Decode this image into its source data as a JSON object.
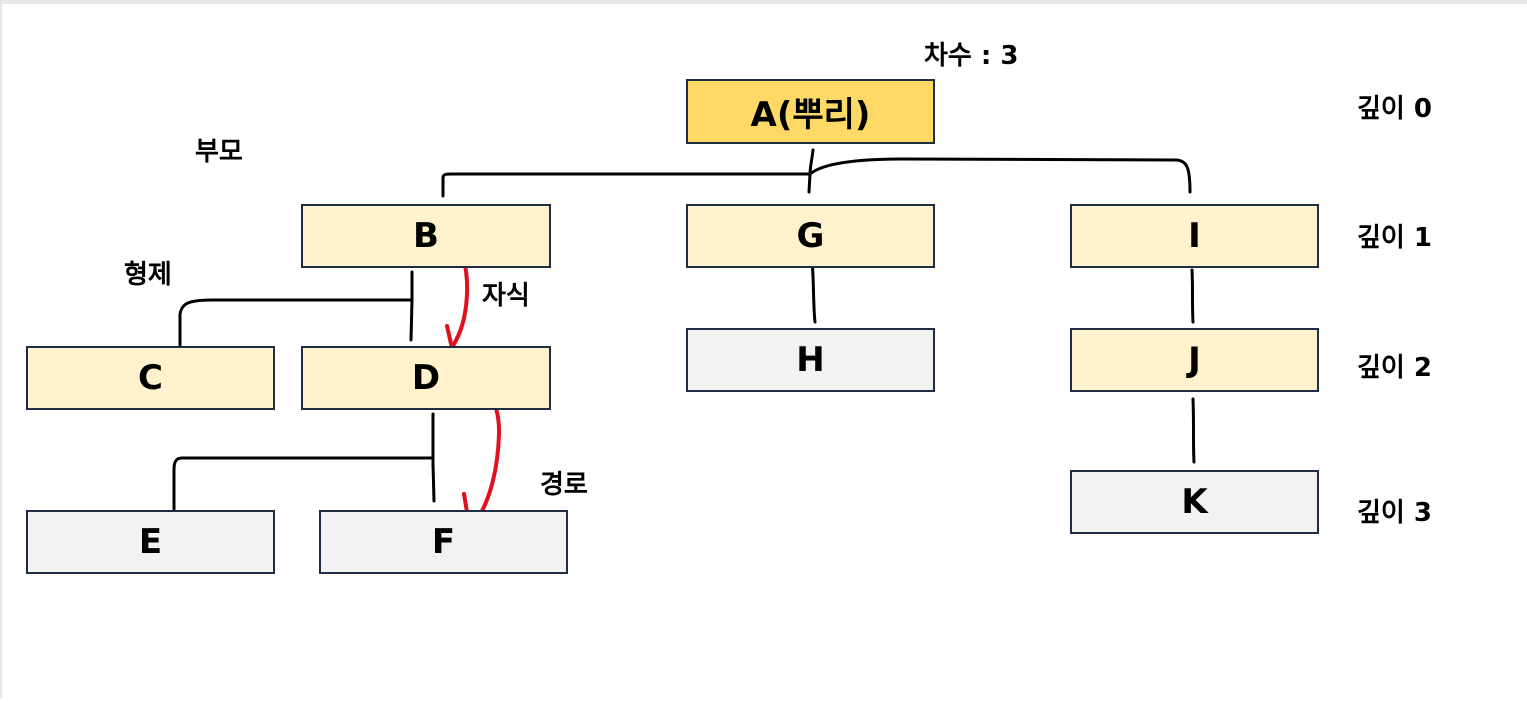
{
  "nodes": {
    "a": "A(뿌리)",
    "b": "B",
    "g": "G",
    "i": "I",
    "c": "C",
    "d": "D",
    "h": "H",
    "j": "J",
    "e": "E",
    "f": "F",
    "k": "K"
  },
  "labels": {
    "degree": "차수 : 3",
    "parent": "부모",
    "sibling": "형제",
    "child": "자식",
    "path": "경로"
  },
  "depths": [
    "깊이 0",
    "깊이 1",
    "깊이 2",
    "깊이 3"
  ],
  "colors": {
    "root_fill": "#ffd966",
    "internal_fill": "#fff2cc",
    "leaf_fill": "#f2f2f2",
    "border": "#1f2d44",
    "annotation_red": "#e0101c"
  }
}
